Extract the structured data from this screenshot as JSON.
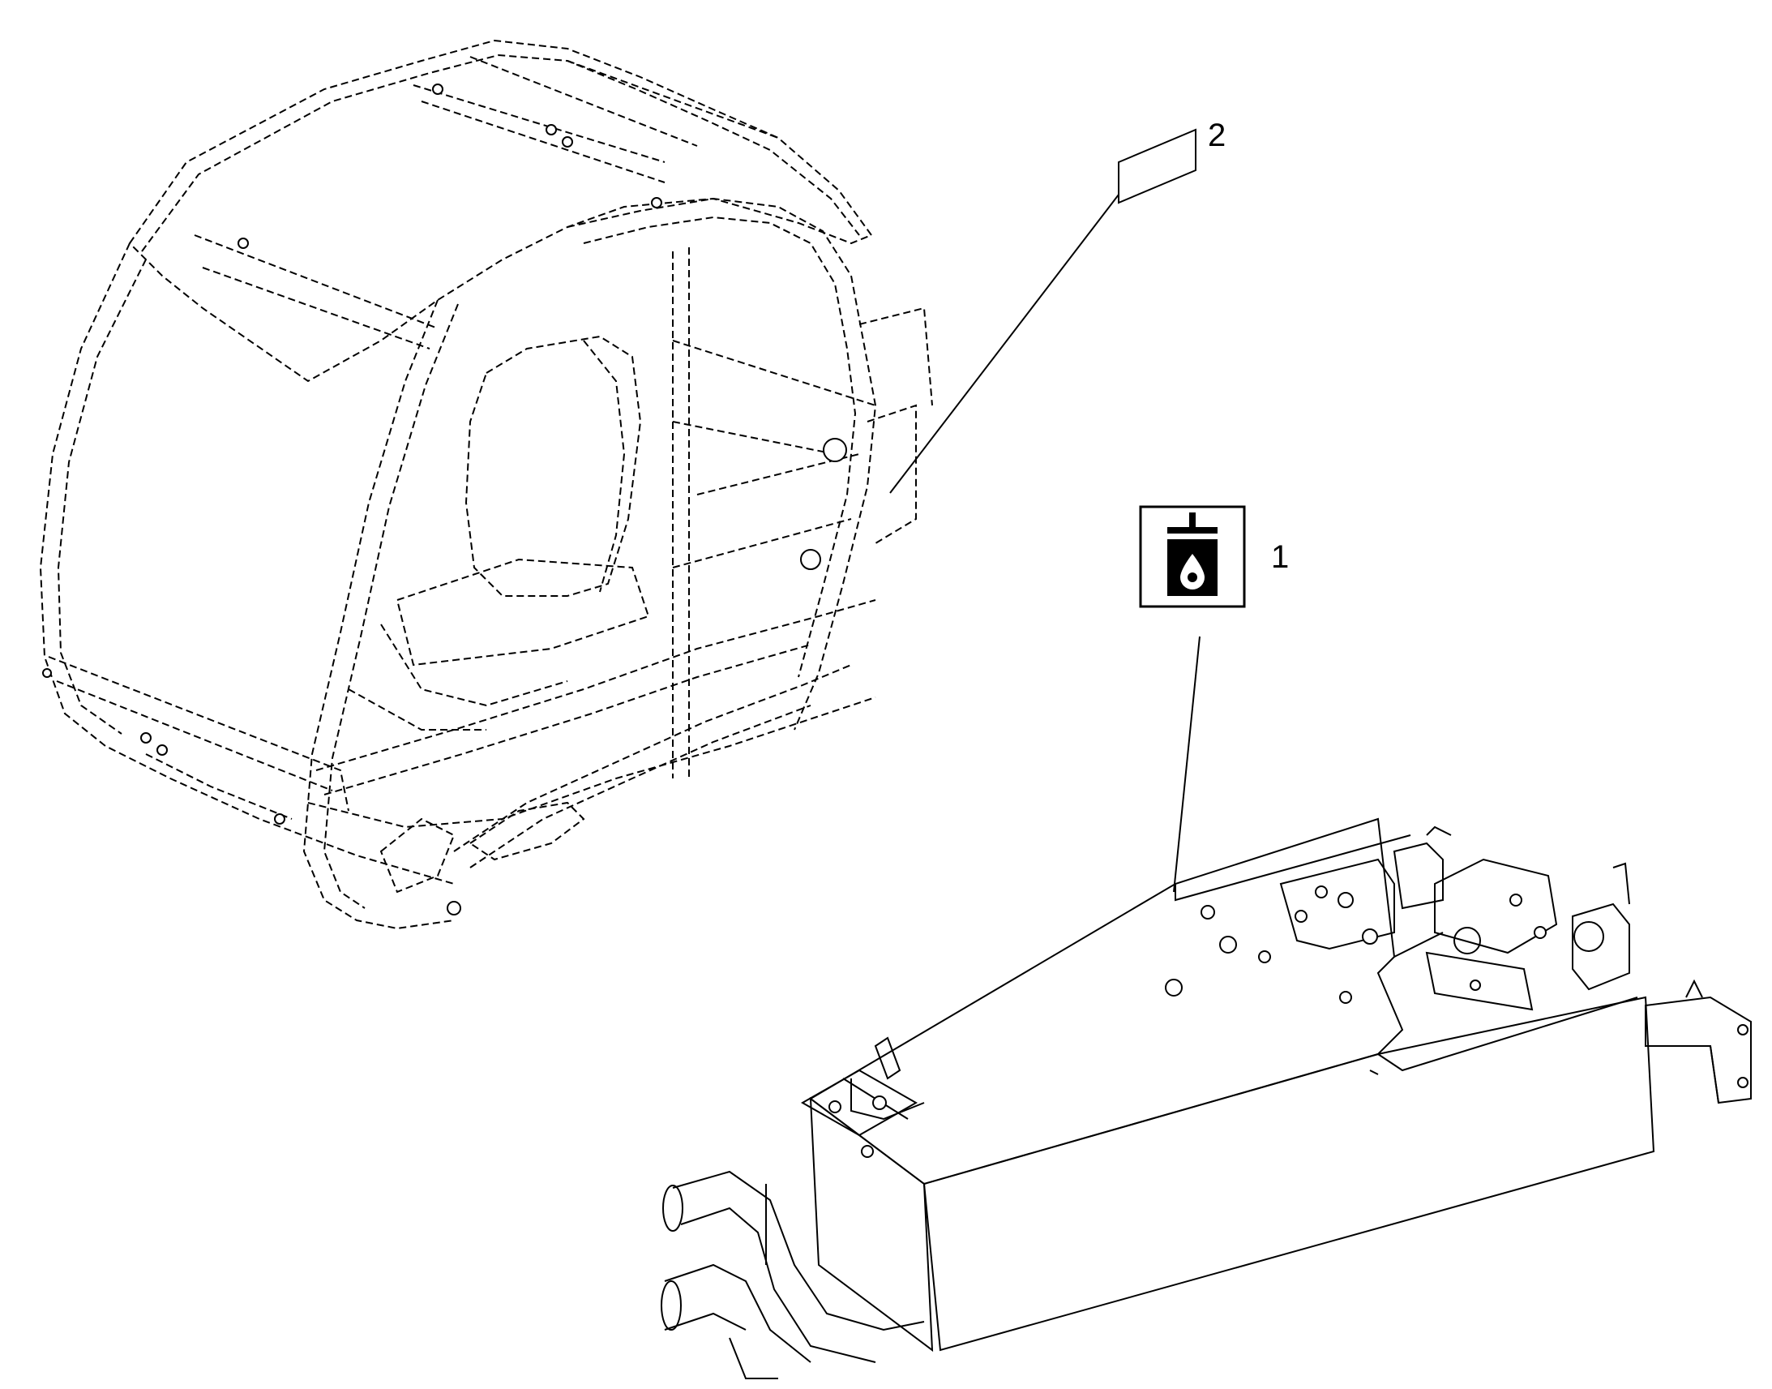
{
  "callouts": [
    {
      "number": "1",
      "part": "hydraulic-oil-decal"
    },
    {
      "number": "2",
      "part": "blank-decal"
    }
  ],
  "icons": {
    "decal_1": "hydraulic-oil-tank-icon",
    "decal_2": "blank-label-icon"
  },
  "colors": {
    "line": "#000000",
    "background": "#ffffff"
  }
}
